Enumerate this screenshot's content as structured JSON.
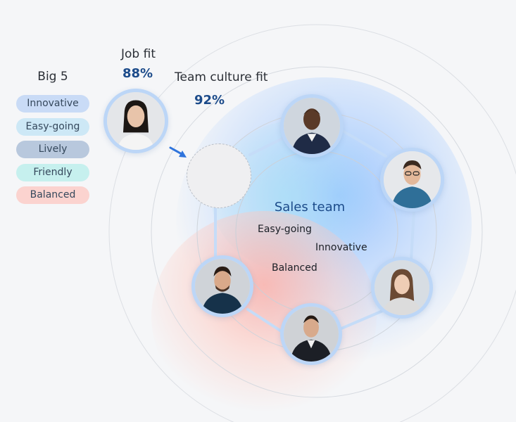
{
  "big5": {
    "title": "Big 5",
    "traits": [
      {
        "label": "Innovative",
        "color": "#c9dbf6"
      },
      {
        "label": "Easy-going",
        "color": "#cde8f6"
      },
      {
        "label": "Lively",
        "color": "#b8c8dd"
      },
      {
        "label": "Friendly",
        "color": "#c6f0ee"
      },
      {
        "label": "Balanced",
        "color": "#fbd3cf"
      }
    ]
  },
  "candidate": {
    "job_fit_label": "Job fit",
    "job_fit_value": "88%",
    "team_fit_label": "Team culture fit",
    "team_fit_value": "92%"
  },
  "team": {
    "title": "Sales team",
    "traits": [
      "Easy-going",
      "Innovative",
      "Balanced"
    ]
  },
  "colors": {
    "accent": "#1c4b8a",
    "avatar_ring": "#bcd6f7",
    "arrow": "#2f74dc"
  }
}
